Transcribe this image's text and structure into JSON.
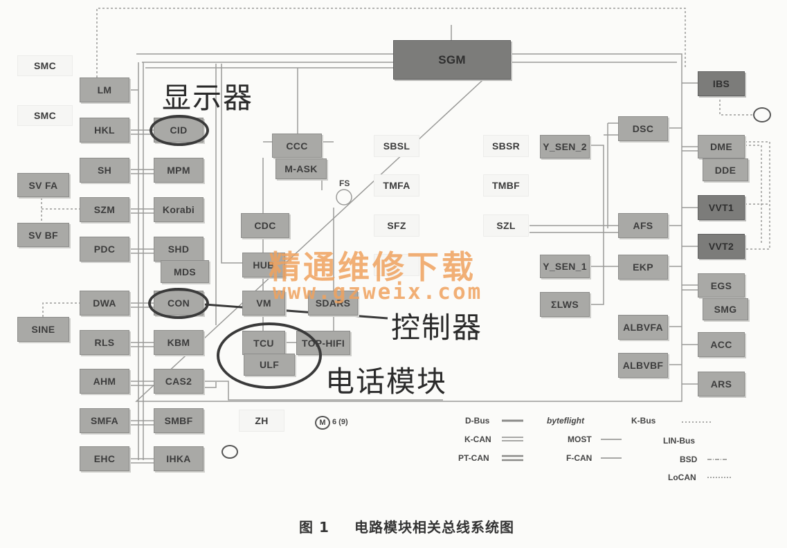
{
  "colors": {
    "module": "#a9a9a6",
    "module_dark": "#7c7c7a",
    "module_light": "#f6f6f4",
    "watermark": "#f0a25e",
    "wire": "#8a8a88"
  },
  "modules": {
    "smc1": "SMC",
    "smc2": "SMC",
    "sv_fa": "SV FA",
    "sv_bf": "SV BF",
    "sine": "SINE",
    "lm": "LM",
    "hkl": "HKL",
    "sh": "SH",
    "szm": "SZM",
    "pdc": "PDC",
    "dwa": "DWA",
    "rls": "RLS",
    "ahm": "AHM",
    "smfa": "SMFA",
    "ehc": "EHC",
    "cid": "CID",
    "mpm": "MPM",
    "korabi": "Korabi",
    "shd": "SHD",
    "mds": "MDS",
    "con": "CON",
    "kbm": "KBM",
    "cas2": "CAS2",
    "smbf": "SMBF",
    "ihka": "IHKA",
    "sgm": "SGM",
    "ccc": "CCC",
    "m_ask": "M-ASK",
    "cdc": "CDC",
    "hub": "HUB",
    "vm": "VM",
    "sdars": "SDARS",
    "tcu": "TCU",
    "ulf": "ULF",
    "top_hifi": "TOP-HIFI",
    "sbsl": "SBSL",
    "sbsr": "SBSR",
    "tmfa": "TMFA",
    "tmbf": "TMBF",
    "sfz": "SFZ",
    "szl": "SZL",
    "zh": "ZH",
    "y_sen_2": "Y_SEN_2",
    "y_sen_1": "Y_SEN_1",
    "lws": "ΣLWS",
    "dsc": "DSC",
    "afs": "AFS",
    "ekp": "EKP",
    "albvfa": "ALBVFA",
    "albvbf": "ALBVBF",
    "ibs": "IBS",
    "dme": "DME",
    "dde": "DDE",
    "vvt1": "VVT1",
    "vvt2": "VVT2",
    "egs": "EGS",
    "smg": "SMG",
    "acc": "ACC",
    "ars": "ARS"
  },
  "labels": {
    "fs": "FS",
    "motor": "M",
    "motor_count": "6 (9)"
  },
  "annotations": {
    "display": "显示器",
    "controller": "控制器",
    "phone_module": "电话模块"
  },
  "watermark": {
    "name": "精通维修下载",
    "url": "www.gzweix.com"
  },
  "legend": {
    "d_bus": "D-Bus",
    "byteflight": "byteflight",
    "k_bus": "K-Bus",
    "k_can": "K-CAN",
    "most": "MOST",
    "lin_bus": "LIN-Bus",
    "pt_can": "PT-CAN",
    "f_can": "F-CAN",
    "bsd": "BSD",
    "locan": "LoCAN"
  },
  "caption": {
    "figure": "图 1",
    "title": "电路模块相关总线系统图"
  }
}
